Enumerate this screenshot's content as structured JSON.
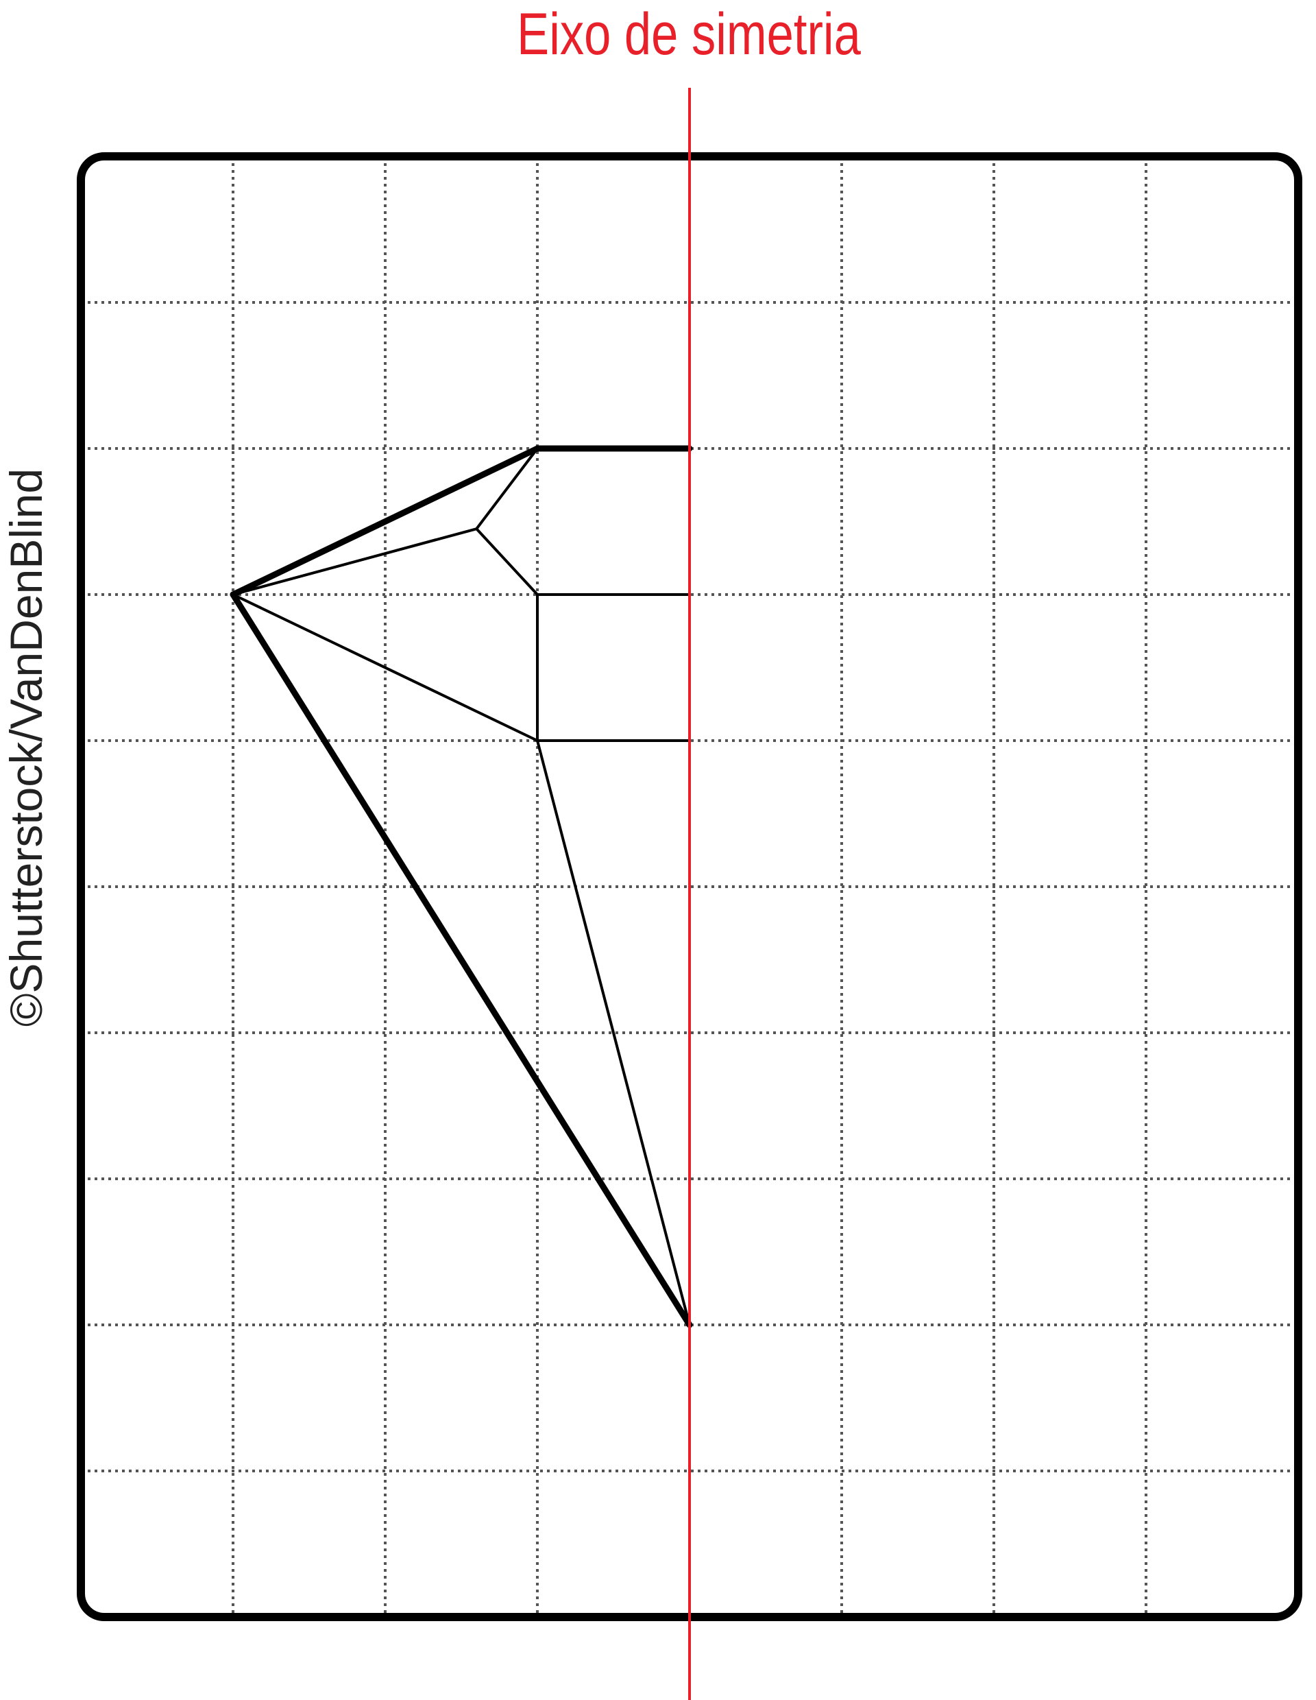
{
  "figure": {
    "axis_title": "Eixo de simetria",
    "credit": "©Shutterstock/VanDenBlind",
    "grid": {
      "columns": 8,
      "rows": 10,
      "style": "dotted"
    },
    "colors": {
      "axis": "#e8202a",
      "lines": "#000000",
      "grid": "#555555",
      "frame": "#000000"
    },
    "axis_of_symmetry_column": 4,
    "drawing_half": "left",
    "shape_segments": [
      {
        "from": [
          3,
          2
        ],
        "to": [
          4,
          2
        ],
        "weight": "bold"
      },
      {
        "from": [
          1,
          3
        ],
        "to": [
          3,
          2
        ],
        "weight": "bold"
      },
      {
        "from": [
          1,
          3
        ],
        "to": [
          4,
          8
        ],
        "weight": "bold"
      },
      {
        "from": [
          1,
          3
        ],
        "to": [
          2.6,
          2.55
        ],
        "weight": "thin"
      },
      {
        "from": [
          2.6,
          2.55
        ],
        "to": [
          3,
          2
        ],
        "weight": "thin"
      },
      {
        "from": [
          2.6,
          2.55
        ],
        "to": [
          3,
          3
        ],
        "weight": "thin"
      },
      {
        "from": [
          3,
          3
        ],
        "to": [
          4,
          3
        ],
        "weight": "thin"
      },
      {
        "from": [
          3,
          3
        ],
        "to": [
          3,
          4
        ],
        "weight": "thin"
      },
      {
        "from": [
          3,
          4
        ],
        "to": [
          4,
          4
        ],
        "weight": "thin"
      },
      {
        "from": [
          1,
          3
        ],
        "to": [
          3,
          4
        ],
        "weight": "thin"
      },
      {
        "from": [
          3,
          4
        ],
        "to": [
          4,
          8
        ],
        "weight": "thin"
      }
    ]
  }
}
